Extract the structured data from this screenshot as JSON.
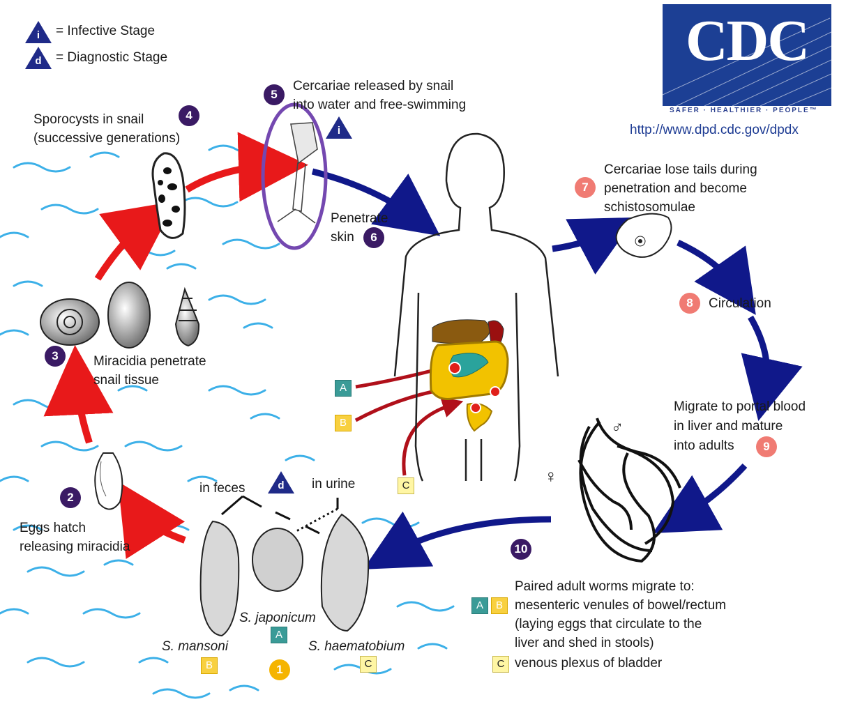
{
  "legend": {
    "infective_symbol": "i",
    "infective_label": "= Infective Stage",
    "diagnostic_symbol": "d",
    "diagnostic_label": "= Diagnostic Stage"
  },
  "logo": {
    "wordmark": "CDC",
    "tagline": "SAFER · HEALTHIER · PEOPLE™",
    "url": "http://www.dpd.cdc.gov/dpdx"
  },
  "steps": {
    "s1": {
      "num": "1"
    },
    "s2": {
      "num": "2",
      "line1": "Eggs hatch",
      "line2": "releasing miracidia"
    },
    "s3": {
      "num": "3",
      "line1": "Miracidia penetrate",
      "line2": "snail tissue"
    },
    "s4": {
      "num": "4",
      "line1": "Sporocysts in snail",
      "line2": "(successive generations)"
    },
    "s5": {
      "num": "5",
      "line1": "Cercariae released by snail",
      "line2": "into water and free-swimming"
    },
    "s6": {
      "num": "6",
      "line1": "Penetrate",
      "line2": "skin"
    },
    "s7": {
      "num": "7",
      "line1": "Cercariae lose tails during",
      "line2": "penetration and become",
      "line3": "schistosomulae"
    },
    "s8": {
      "num": "8",
      "line1": "Circulation"
    },
    "s9": {
      "num": "9",
      "line1": "Migrate to portal blood",
      "line2": "in liver and mature",
      "line3": "into adults"
    },
    "s10": {
      "num": "10",
      "line1": "Paired adult worms migrate to:",
      "line2": "mesenteric venules of bowel/rectum",
      "line3": "(laying eggs that circulate to the",
      "line4": "liver and shed in stools)",
      "line5": "venous plexus of bladder"
    }
  },
  "eggs": {
    "feces_label": "in feces",
    "urine_label": "in urine",
    "mansoni": "S. mansoni",
    "japonicum": "S. japonicum",
    "haematobium": "S. haematobium"
  },
  "codes": {
    "a": "A",
    "b": "B",
    "c": "C"
  },
  "symbols": {
    "male": "♂",
    "female": "♀"
  },
  "colors": {
    "red_arrow": "#e8191a",
    "blue_arrow": "#10188a",
    "dark_red": "#b0101a",
    "water": "#3cb0e8",
    "purple_badge": "#3a1a64",
    "salmon_badge": "#f07b73",
    "highlight_ellipse": "#7448b0"
  }
}
